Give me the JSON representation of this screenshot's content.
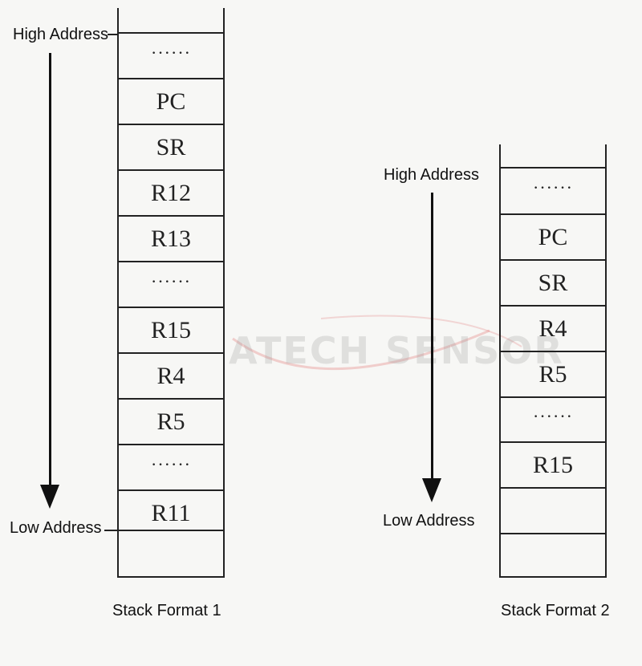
{
  "watermark": "ATECH SENSOR",
  "stack1": {
    "high_label": "High Address",
    "low_label": "Low Address",
    "caption": "Stack Format 1",
    "cells": [
      "······",
      "PC",
      "SR",
      "R12",
      "R13",
      "······",
      "R15",
      "R4",
      "R5",
      "······",
      "R11",
      ""
    ]
  },
  "stack2": {
    "high_label": "High Address",
    "low_label": "Low Address",
    "caption": "Stack Format 2",
    "cells": [
      "······",
      "PC",
      "SR",
      "R4",
      "R5",
      "······",
      "R15",
      "",
      ""
    ]
  }
}
